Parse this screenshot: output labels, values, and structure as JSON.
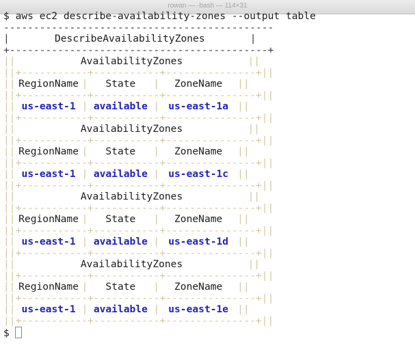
{
  "window": {
    "title": "rowan — -bash — 114×31"
  },
  "terminal": {
    "prompt": "$",
    "command": "aws ec2 describe-availability-zones --output table",
    "table_title": "DescribeAvailabilityZones",
    "group_title": "AvailabilityZones",
    "columns": [
      "RegionName",
      "State",
      "ZoneName"
    ],
    "rows": [
      [
        "us-east-1",
        "available",
        "us-east-1a"
      ],
      [
        "us-east-1",
        "available",
        "us-east-1c"
      ],
      [
        "us-east-1",
        "available",
        "us-east-1d"
      ],
      [
        "us-east-1",
        "available",
        "us-east-1e"
      ]
    ],
    "end_prompt": "$"
  }
}
